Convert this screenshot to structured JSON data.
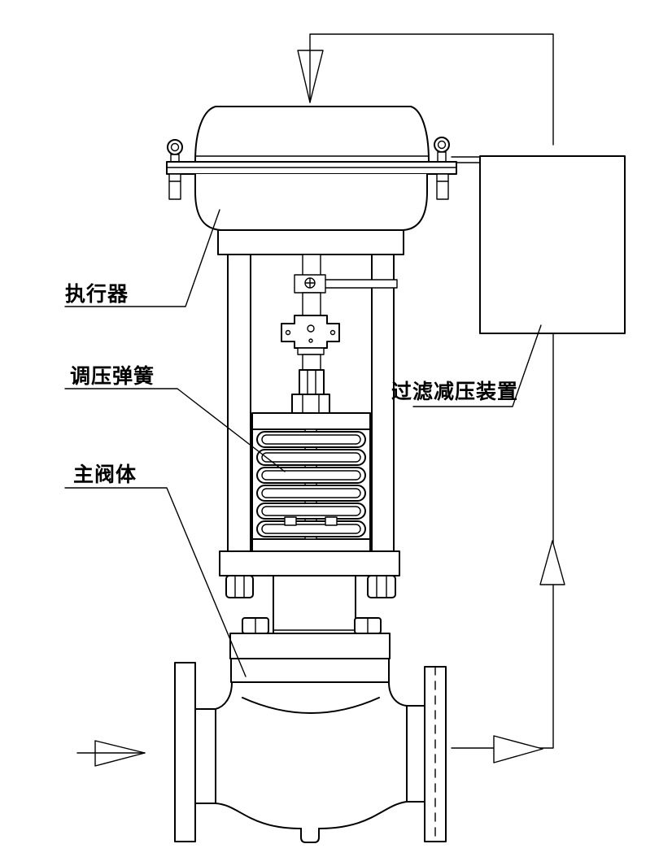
{
  "labels": {
    "actuator": "执行器",
    "spring": "调压弹簧",
    "valve_body": "主阀体",
    "filter_device": "过滤减压装置"
  }
}
